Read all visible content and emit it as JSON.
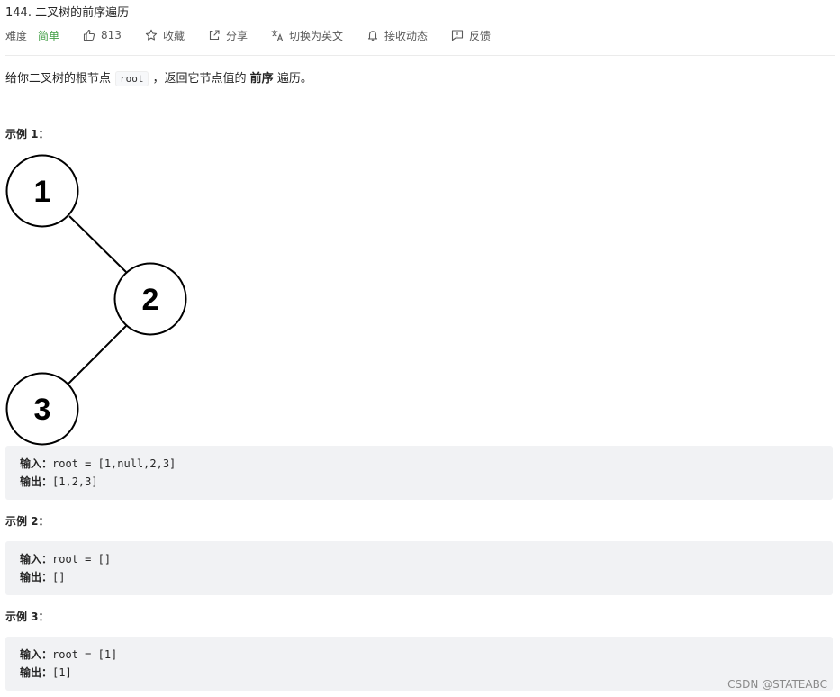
{
  "problem": {
    "title": "144. 二叉树的前序遍历"
  },
  "meta": {
    "difficulty_label": "难度",
    "difficulty_value": "简单",
    "likes": "813",
    "favorite": "收藏",
    "share": "分享",
    "switch_lang": "切换为英文",
    "subscribe": "接收动态",
    "feedback": "反馈",
    "colors": {
      "difficulty": "#43a047",
      "meta_text": "#595959"
    }
  },
  "description": {
    "pre": "给你二叉树的根节点",
    "code": "root",
    "mid": "，返回它节点值的",
    "bold": "前序",
    "post": "遍历。"
  },
  "examples": [
    {
      "heading": "示例 1：",
      "input_label": "输入：",
      "input": "root = [1,null,2,3]",
      "output_label": "输出：",
      "output": "[1,2,3]"
    },
    {
      "heading": "示例 2：",
      "input_label": "输入：",
      "input": "root = []",
      "output_label": "输出：",
      "output": "[]"
    },
    {
      "heading": "示例 3：",
      "input_label": "输入：",
      "input": "root = [1]",
      "output_label": "输出：",
      "output": "[1]"
    }
  ],
  "tree": {
    "nodes": [
      "1",
      "2",
      "3"
    ]
  },
  "watermark": "CSDN @STATEABC"
}
